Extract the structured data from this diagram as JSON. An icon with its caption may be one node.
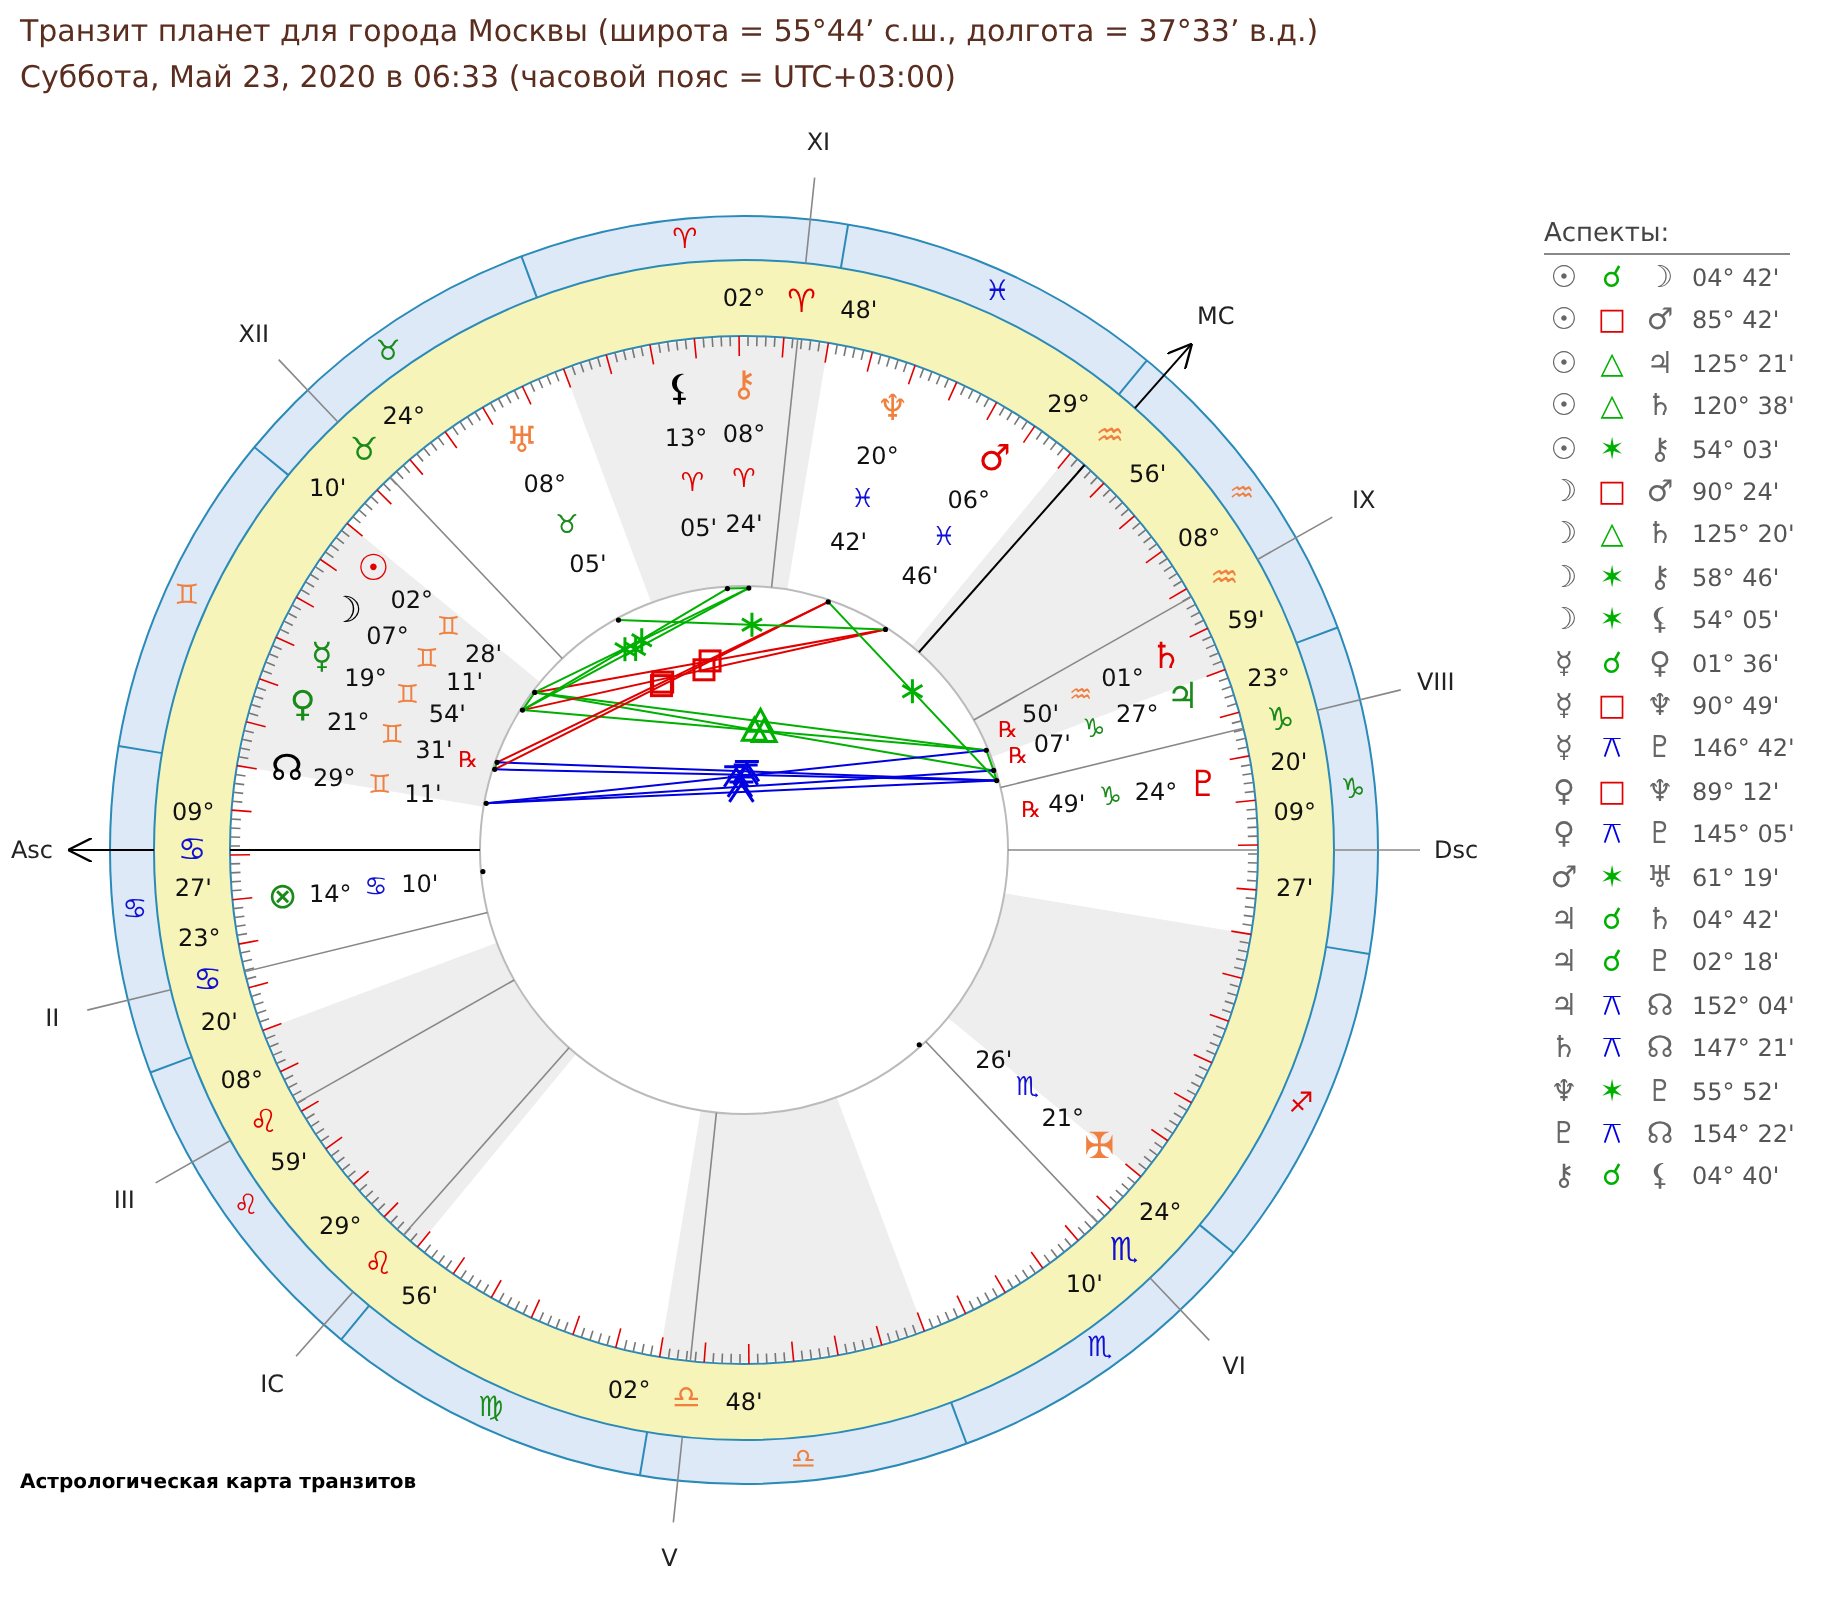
{
  "diagram": {
    "title": "Транзит планет для города Москвы (широта = 55°44’ с.ш., долгота = 37°33’ в.д.)",
    "caption": "Астрологическая карта транзитов",
    "labels": [
      "Суббота, Май 23, 2020 в 06:33 (часовой пояс = UTC+03:00)",
      "XI",
      "MC",
      "XII",
      "IX",
      "VIII",
      "Asc",
      "Dsc",
      "II",
      "III",
      "IC",
      "V",
      "VI",
      "♓",
      "♈",
      "♉",
      "♊",
      "♋",
      "♌",
      "♍",
      "♎",
      "♏",
      "♐",
      "♑",
      "♒",
      "02°",
      "♈",
      "48'",
      "29°",
      "♒",
      "56'",
      "24°",
      "♉",
      "10'",
      "08°",
      "♒",
      "59'",
      "23°",
      "♑",
      "20'",
      "09°",
      "♋",
      "27'",
      "09°",
      "27'",
      "23°",
      "♋",
      "20'",
      "08°",
      "♌",
      "59'",
      "29°",
      "♌",
      "56'",
      "02°",
      "♎",
      "48'",
      "24°",
      "♏",
      "10'",
      "⚸",
      "13°",
      "♈",
      "05'",
      "⚷",
      "08°",
      "♈",
      "24'",
      "♅",
      "08°",
      "♉",
      "05'",
      "♆",
      "20°",
      "♓",
      "42'",
      "♂",
      "06°",
      "♓",
      "46'",
      "☉",
      "02°",
      "♊",
      "28'",
      "☽",
      "07°",
      "♊",
      "11'",
      "☿",
      "19°",
      "♊",
      "54'",
      "♀",
      "21°",
      "♊",
      "31'",
      "℞",
      "☊",
      "29°",
      "♊",
      "11'",
      "⊗",
      "14°",
      "♋",
      "10'",
      "℞",
      "50'",
      "♒",
      "01°",
      "♄",
      "℞",
      "07'",
      "♑",
      "27°",
      "♃",
      "℞",
      "49'",
      "♑",
      "24°",
      "♇",
      "26'",
      "♏",
      "21°",
      "✠",
      "Аспекты:",
      "☉",
      "☌",
      "☽",
      "04° 42'",
      "☉",
      "□",
      "♂",
      "85° 42'",
      "☉",
      "△",
      "♃",
      "125° 21'",
      "☉",
      "△",
      "♄",
      "120° 38'",
      "☉",
      "✶",
      "⚷",
      "54° 03'",
      "☽",
      "□",
      "♂",
      "90° 24'",
      "☽",
      "△",
      "♄",
      "125° 20'",
      "☽",
      "✶",
      "⚷",
      "58° 46'",
      "☽",
      "✶",
      "⚸",
      "54° 05'",
      "☿",
      "☌",
      "♀",
      "01° 36'",
      "☿",
      "□",
      "♆",
      "90° 49'",
      "☿",
      "⚻",
      "♇",
      "146° 42'",
      "♀",
      "□",
      "♆",
      "89° 12'",
      "♀",
      "⚻",
      "♇",
      "145° 05'",
      "♂",
      "✶",
      "♅",
      "61° 19'",
      "♃",
      "☌",
      "♄",
      "04° 42'",
      "♃",
      "☌",
      "♇",
      "02° 18'",
      "♃",
      "⚻",
      "☊",
      "152° 04'",
      "♄",
      "⚻",
      "☊",
      "147° 21'",
      "♆",
      "✶",
      "♇",
      "55° 52'",
      "♇",
      "⚻",
      "☊",
      "154° 22'",
      "⚷",
      "☌",
      "⚸",
      "04° 40'"
    ]
  }
}
